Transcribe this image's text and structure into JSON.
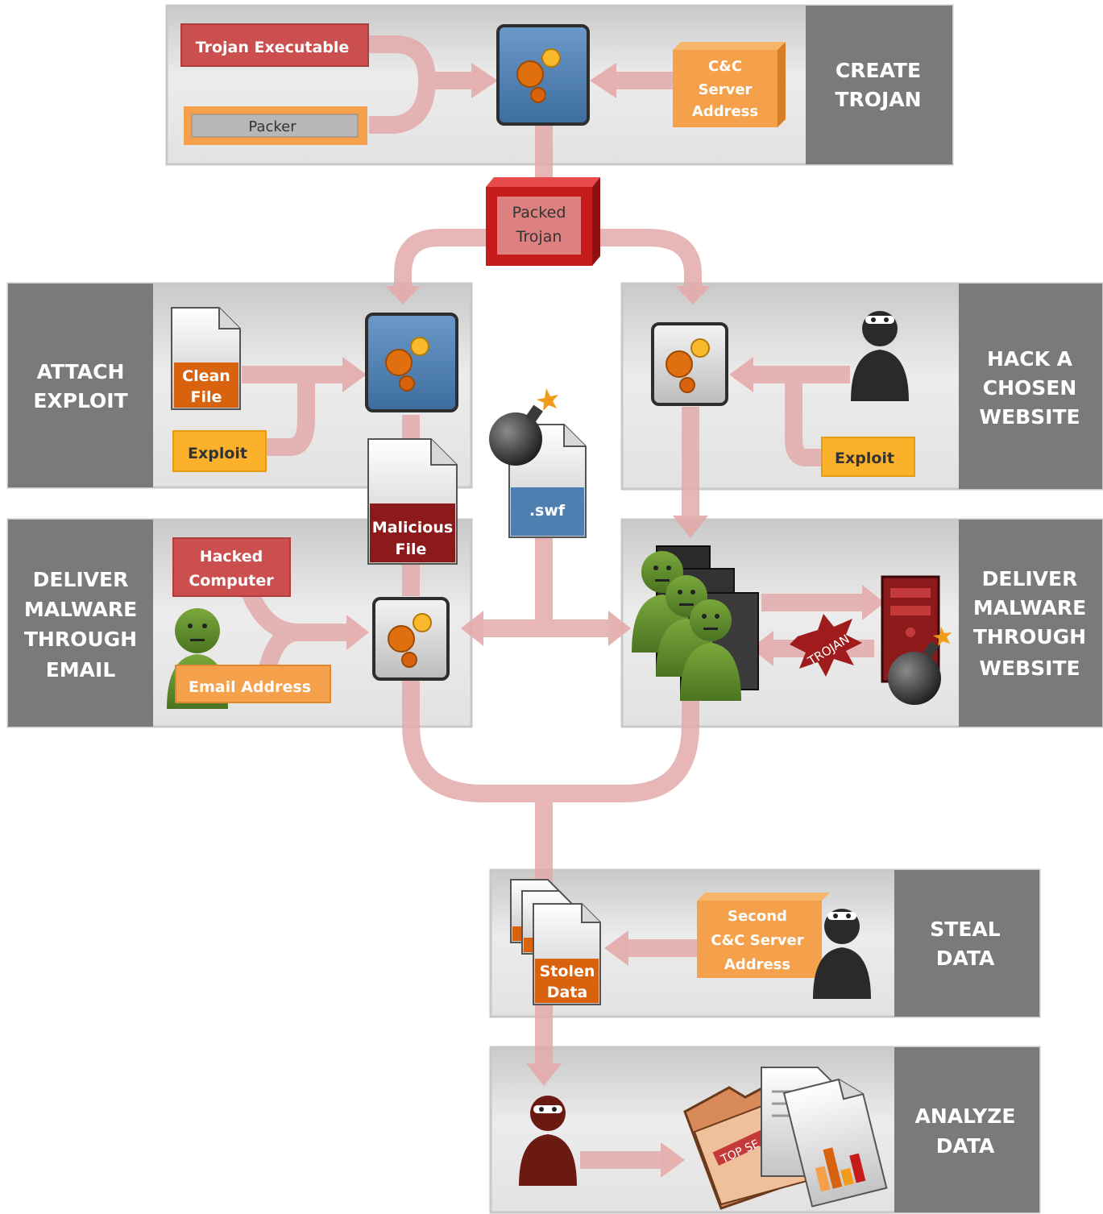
{
  "stages": {
    "create_trojan": [
      "CREATE",
      "TROJAN"
    ],
    "attach_exploit": [
      "ATTACH",
      "EXPLOIT"
    ],
    "hack_website": [
      "HACK A",
      "CHOSEN",
      "WEBSITE"
    ],
    "deliver_email": [
      "DELIVER",
      "MALWARE",
      "THROUGH",
      "EMAIL"
    ],
    "deliver_website": [
      "DELIVER",
      "MALWARE",
      "THROUGH",
      "WEBSITE"
    ],
    "steal_data": [
      "STEAL",
      "DATA"
    ],
    "analyze_data": [
      "ANALYZE",
      "DATA"
    ]
  },
  "items": {
    "trojan_executable": "Trojan Executable",
    "packer": "Packer",
    "cnc_address": [
      "C&C",
      "Server",
      "Address"
    ],
    "packed_trojan": [
      "Packed",
      "Trojan"
    ],
    "clean_file": [
      "Clean",
      "File"
    ],
    "exploit_attach": "Exploit",
    "exploit_hack": "Exploit",
    "malicious_file": [
      "Malicious",
      "File"
    ],
    "swf": ".swf",
    "hacked_computer": [
      "Hacked",
      "Computer"
    ],
    "email_address": "Email Address",
    "trojan_stamp": "TROJAN",
    "second_cnc": [
      "Second",
      "C&C Server",
      "Address"
    ],
    "stolen_data": [
      "Stolen",
      "Data"
    ],
    "top_secret": "TOP SE"
  },
  "colors": {
    "flow_arrow": "#e3aaaa",
    "panel_gray": "#e4e4e4",
    "label_panel": "#7a7a7a",
    "red_item": "#cc4f4f",
    "orange_item": "#f5a04a",
    "yellow_item": "#fbb22a",
    "dark_orange": "#d9620f",
    "steel_blue": "#4f7fb0",
    "green_person": "#5e8b2c",
    "ninja_black": "#2a2a2a",
    "ninja_red": "#6b1a12"
  }
}
